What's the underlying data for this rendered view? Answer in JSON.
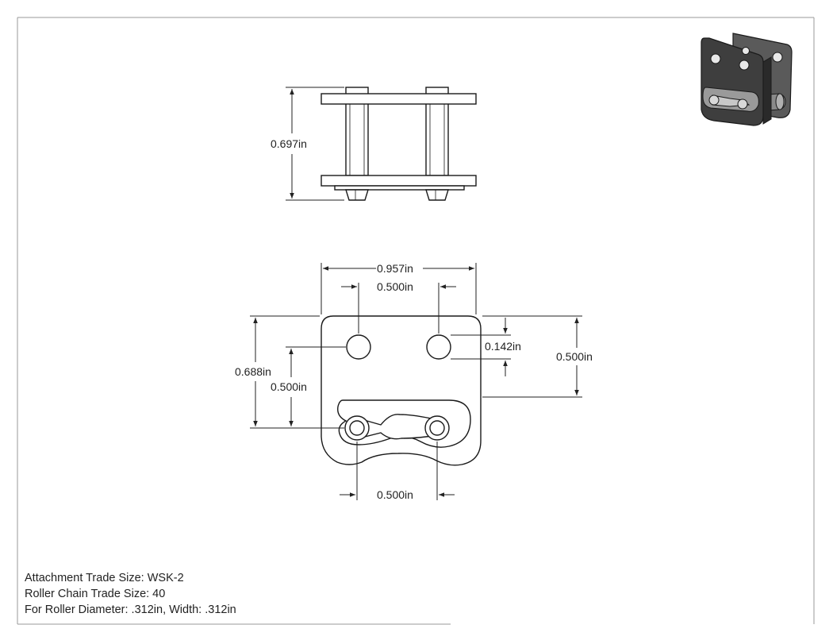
{
  "drawing": {
    "colors": {
      "line": "#222222",
      "part_fill": "#ffffff",
      "iso_dark": "#3a3a3a",
      "iso_mid": "#6e6e6e"
    }
  },
  "side_view": {
    "height_label": "0.697in"
  },
  "front_view": {
    "overall_width_label": "0.957in",
    "hole_pitch_label": "0.500in",
    "overall_height_label": "0.688in",
    "hole_to_pin_label": "0.500in",
    "hole_diameter_label": "0.142in",
    "edge_to_pin_label": "0.500in",
    "pin_pitch_label": "0.500in"
  },
  "notes": {
    "line1": "Attachment Trade Size: WSK-2",
    "line2": "Roller Chain Trade Size: 40",
    "line3": "For Roller Diameter: .312in, Width: .312in"
  }
}
